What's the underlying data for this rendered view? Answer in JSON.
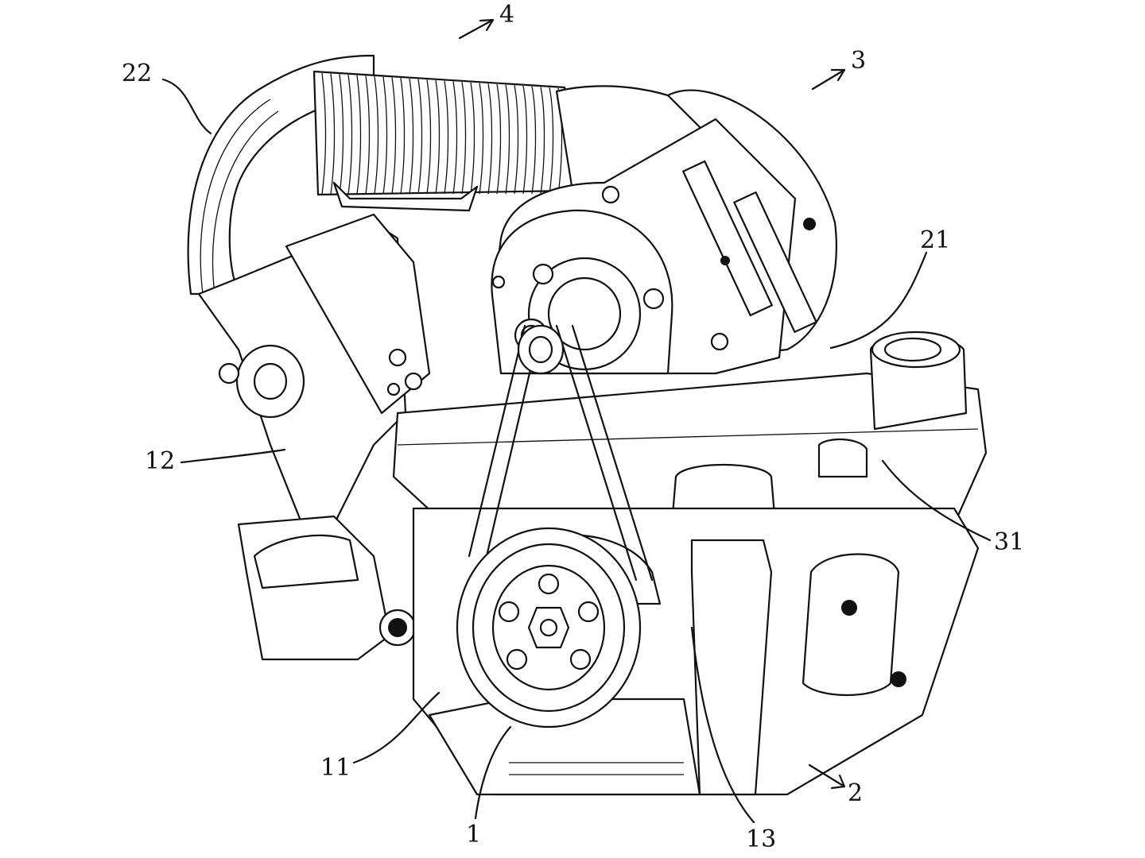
{
  "figure": {
    "title": "Engine assembly perspective view",
    "labels": {
      "l4": "4",
      "l3": "3",
      "l22": "22",
      "l21": "21",
      "l12": "12",
      "l31": "31",
      "l11": "11",
      "l1": "1",
      "l13": "13",
      "l2": "2"
    },
    "colors": {
      "line": "#111111",
      "background": "#ffffff"
    }
  }
}
